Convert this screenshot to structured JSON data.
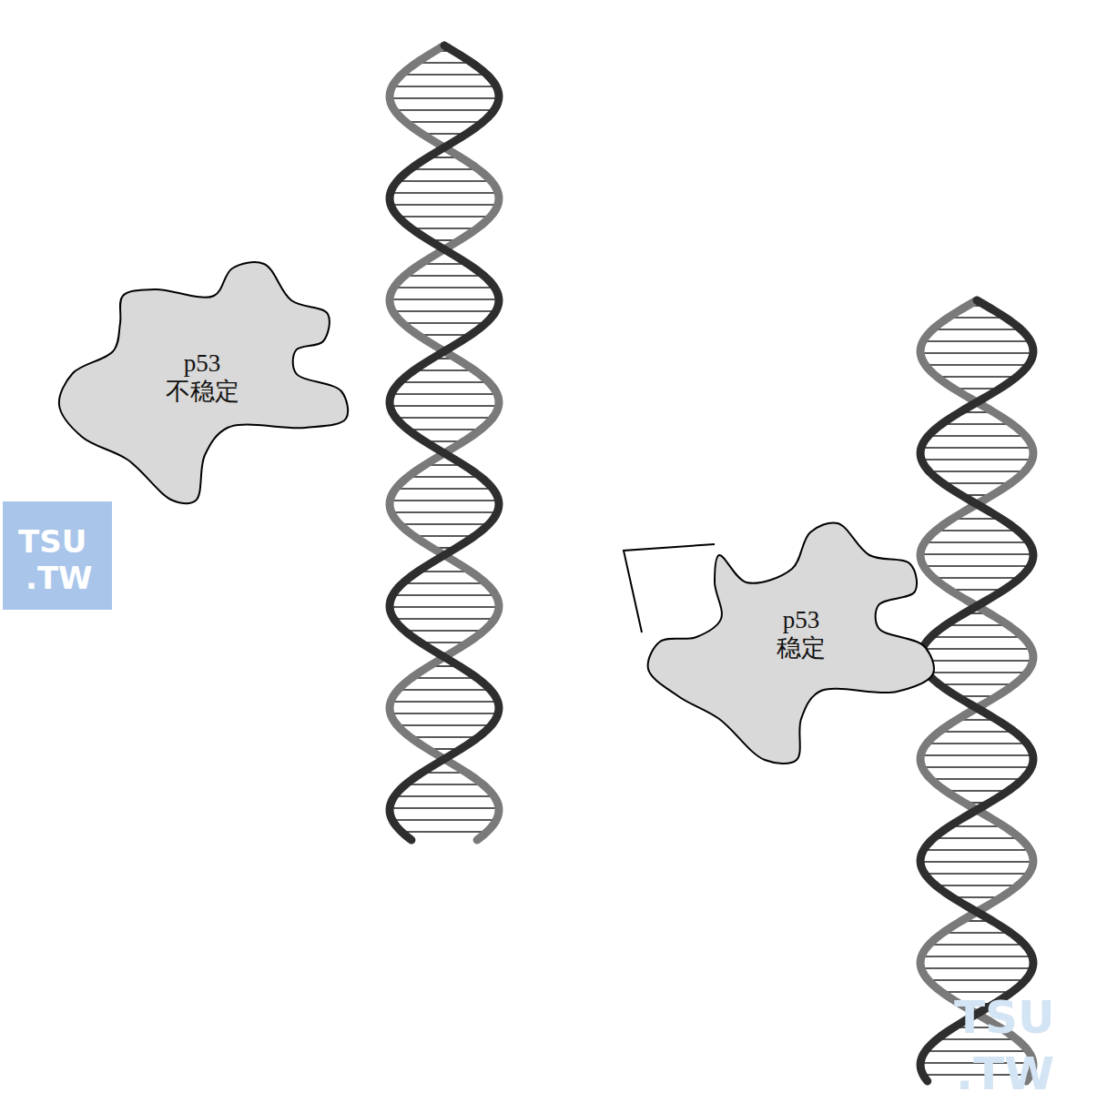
{
  "diagram": {
    "nodes": [
      {
        "text": [
          "p53",
          "不稳定"
        ]
      },
      {
        "text": [
          "p53",
          "稳定"
        ]
      }
    ],
    "labels": [
      "TSU",
      ".TW",
      "TSU",
      ".TW"
    ]
  }
}
